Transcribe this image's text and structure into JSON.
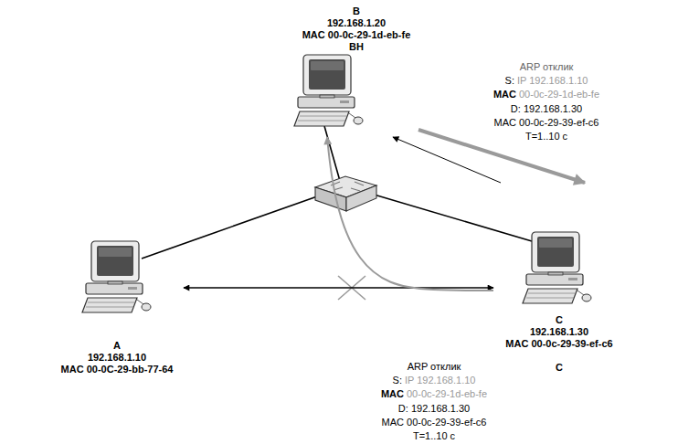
{
  "diagram": {
    "nodes": [
      {
        "text": [
          "B",
          "192.168.1.20",
          "MAC 00-0c-29-1d-eb-fe",
          "ВН"
        ]
      },
      {
        "text": [
          "A",
          "192.168.1.10",
          "MAC 00-0C-29-bb-77-64"
        ]
      },
      {
        "text": [
          "C",
          "192.168.1.30",
          "MAC 00-0c-29-39-ef-c6",
          "C"
        ]
      }
    ],
    "edges": [
      {
        "from": 1,
        "to": 2,
        "arrow": "both"
      },
      {
        "from": 2,
        "to": 0,
        "arrow": "to"
      },
      {
        "from": 0,
        "to": 2,
        "arrow": "to"
      },
      {
        "from": 2,
        "to": 0,
        "arrow": "to"
      }
    ],
    "labels": [
      "ARP отклик",
      "S:",
      "IP 192.168.1.10",
      "MAC",
      "00-0c-29-1d-eb-fe",
      "D: 192.168.1.30",
      "MAC 00-0c-29-39-ef-c6",
      "T=1..10 с",
      "ARP отклик",
      "S:",
      "IP 192.168.1.10",
      "MAC",
      "00-0c-29-1d-eb-fe",
      "D: 192.168.1.30",
      "MAC 00-0c-29-39-ef-c6",
      "T=1..10 с"
    ]
  }
}
